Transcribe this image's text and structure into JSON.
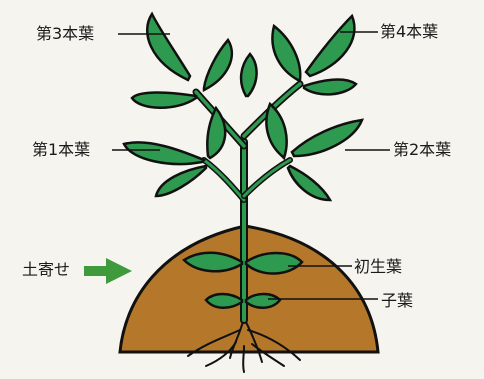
{
  "labels": {
    "leaf3": "第3本葉",
    "leaf4": "第4本葉",
    "leaf1": "第1本葉",
    "leaf2": "第2本葉",
    "primary_leaf": "初生葉",
    "cotyledon": "子葉",
    "hilling": "土寄せ"
  },
  "colors": {
    "background": "#f6f4ee",
    "leaf": "#2e9a4f",
    "outline": "#111111",
    "soil": "#b5782a",
    "arrow": "#3e9a3a"
  }
}
